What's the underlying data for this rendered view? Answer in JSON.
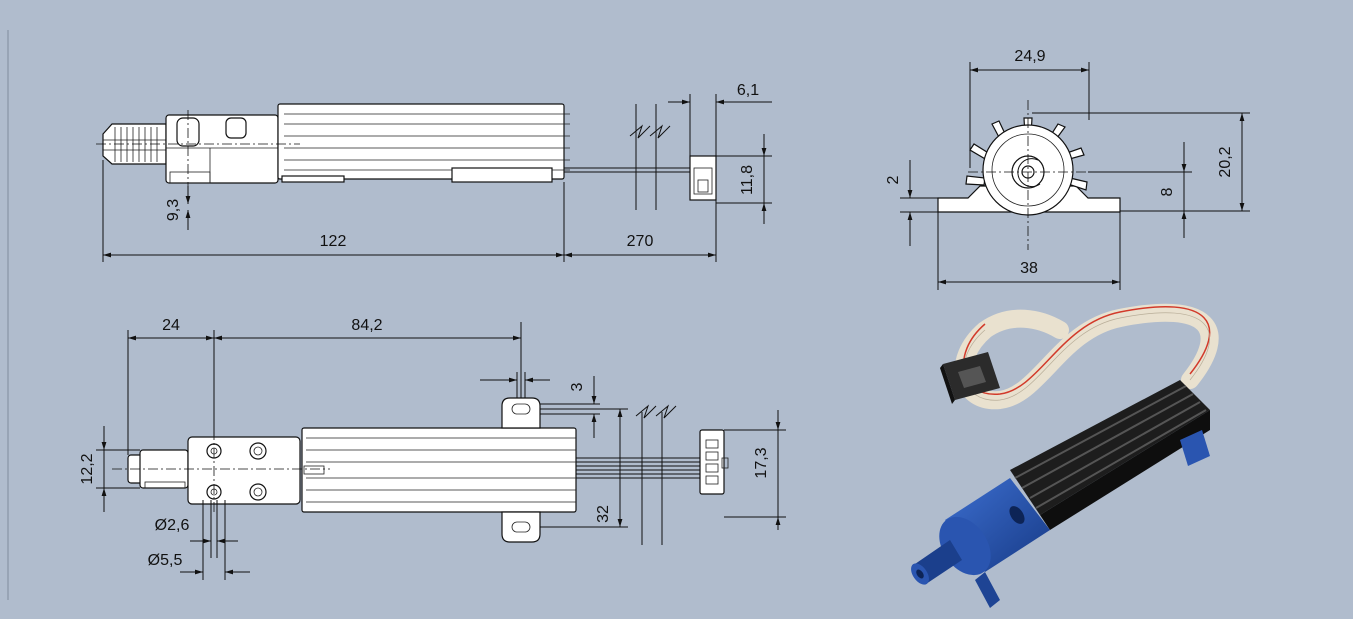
{
  "background_color": "#b0bccd",
  "top_view": {
    "dims": {
      "total_length": "122",
      "cable_length": "270",
      "connector_width": "6,1",
      "connector_height": "11,8",
      "shaft_offset": "9,3"
    }
  },
  "end_view": {
    "dims": {
      "width_top": "24,9",
      "height": "20,2",
      "base_width": "38",
      "base_thickness": "2",
      "axis_height": "8"
    }
  },
  "side_view": {
    "dims": {
      "flange_offset": "24",
      "body_length": "84,2",
      "slot_width": "3",
      "shaft_height": "12,2",
      "slot_pitch": "32",
      "connector_height": "17,3",
      "hole_small": "Ø2,6",
      "hole_large": "Ø5,5"
    }
  },
  "photo": {
    "icon": "potentiometer-photo",
    "colors": {
      "housing": "#2a55b0",
      "heatsink": "#1a1a1a",
      "cable": "#efe6d6",
      "cable_stripe": "#d23a2a"
    }
  }
}
